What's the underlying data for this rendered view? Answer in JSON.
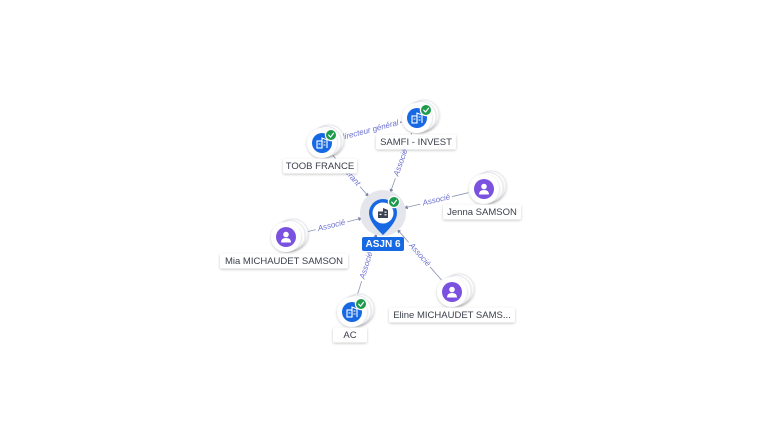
{
  "center": {
    "label": "ASJN 6",
    "verified": true,
    "icon": "building-icon"
  },
  "nodes": [
    {
      "id": "toob",
      "label": "TOOB FRANCE",
      "type": "company",
      "verified": true,
      "icon": "building-icon"
    },
    {
      "id": "samfi",
      "label": "SAMFI - INVEST",
      "type": "company",
      "verified": true,
      "icon": "building-icon"
    },
    {
      "id": "jenna",
      "label": "Jenna SAMSON",
      "type": "person",
      "verified": false,
      "icon": "person-icon"
    },
    {
      "id": "mia",
      "label": "Mia MICHAUDET SAMSON",
      "type": "person",
      "verified": false,
      "icon": "person-icon"
    },
    {
      "id": "eline",
      "label": "Eline MICHAUDET SAMS...",
      "type": "person",
      "verified": false,
      "icon": "person-icon"
    },
    {
      "id": "ac",
      "label": "AC",
      "type": "company",
      "verified": true,
      "icon": "building-icon"
    }
  ],
  "edges": [
    {
      "from": "toob",
      "to": "center",
      "label": "Gérant"
    },
    {
      "from": "samfi",
      "to": "center",
      "label": "Associé"
    },
    {
      "from": "toob",
      "to": "samfi",
      "label": "directeur général"
    },
    {
      "from": "jenna",
      "to": "center",
      "label": "Associé"
    },
    {
      "from": "mia",
      "to": "center",
      "label": "Associé"
    },
    {
      "from": "eline",
      "to": "center",
      "label": "Associé"
    },
    {
      "from": "ac",
      "to": "center",
      "label": "Associé"
    }
  ],
  "colors": {
    "company": "#1668e3",
    "person": "#7b52e0",
    "verified": "#1e9a4d",
    "edge": "#8c96b4",
    "rel_text": "#6a6fd0",
    "label_text": "#3a3f4a"
  }
}
